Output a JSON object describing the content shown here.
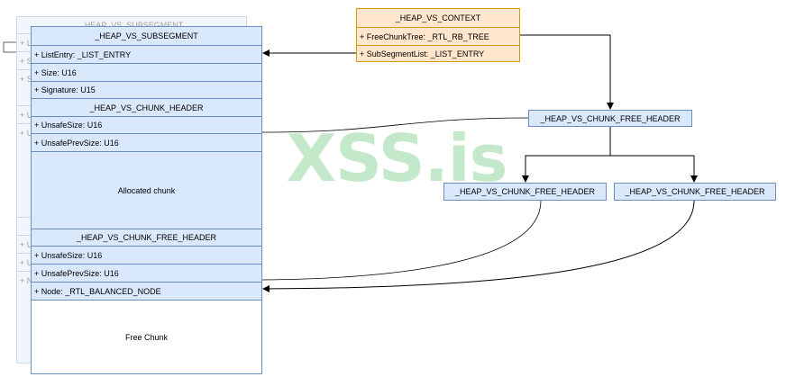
{
  "ghost": {
    "title": "_HEAP_VS_SUBSEGMENT",
    "frag_1": "+ L",
    "frag_2": "+ S",
    "frag_3": "+ S",
    "frag_4": "+ U",
    "frag_5": "+ U",
    "frag_6": "+ U",
    "frag_7": "+ U",
    "frag_8": "+ N"
  },
  "main": {
    "subsegment": {
      "title": "_HEAP_VS_SUBSEGMENT",
      "fields": [
        "+ ListEntry: _LIST_ENTRY",
        "+ Size: U16",
        "+ Signature: U15"
      ]
    },
    "chunk_header": {
      "title": "_HEAP_VS_CHUNK_HEADER",
      "fields": [
        "+ UnsafeSize: U16",
        "+ UnsafePrevSize: U16"
      ]
    },
    "allocated_label": "Allocated chunk",
    "free_header": {
      "title": "_HEAP_VS_CHUNK_FREE_HEADER",
      "fields": [
        "+ UnsafeSize: U16",
        "+ UnsafePrevSize: U16",
        "+ Node: _RTL_BALANCED_NODE"
      ]
    },
    "free_label": "Free Chunk"
  },
  "context": {
    "title": "_HEAP_VS_CONTEXT",
    "fields": [
      "+ FreeChunkTree: _RTL_RB_TREE",
      "+ SubSegmentList: _LIST_ENTRY"
    ]
  },
  "tree": {
    "root": "_HEAP_VS_CHUNK_FREE_HEADER",
    "left_child": "_HEAP_VS_CHUNK_FREE_HEADER",
    "right_child": "_HEAP_VS_CHUNK_FREE_HEADER"
  },
  "watermark": "XSS.is",
  "colors": {
    "struct_fill": "#dae8fc",
    "struct_stroke": "#6c8ebf",
    "context_fill": "#ffe6cc",
    "context_stroke": "#d79b00",
    "watermark": "#7ed08c"
  }
}
